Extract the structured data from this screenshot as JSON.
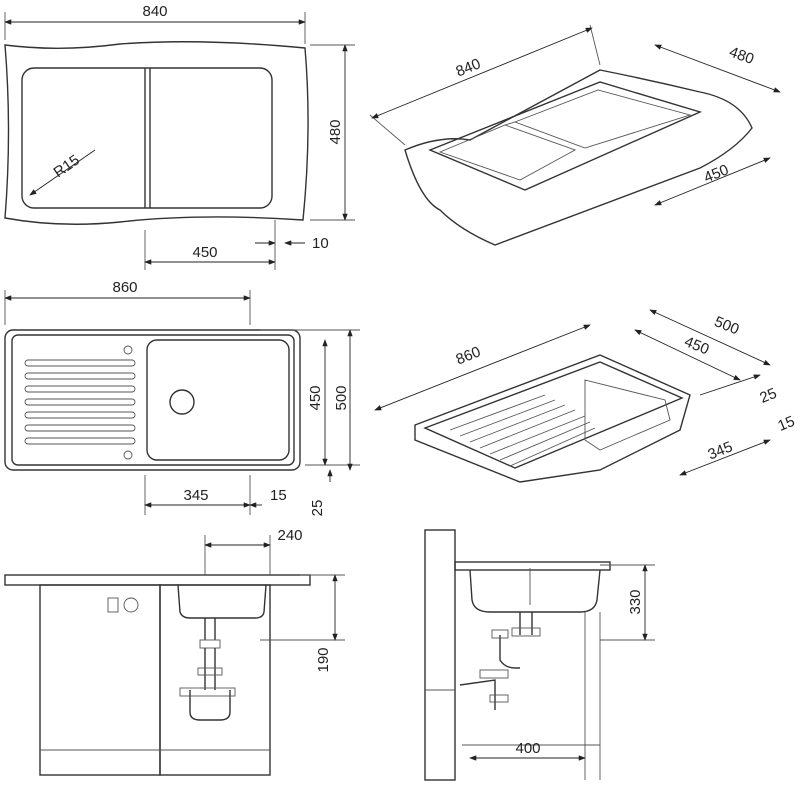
{
  "top_view_840": {
    "width": "840",
    "depth": "480",
    "radius": "R15",
    "bowl": "450",
    "offset": "10"
  },
  "iso_view_840": {
    "width": "840",
    "depth": "480",
    "bowl": "450"
  },
  "top_view_860": {
    "width": "860",
    "inner_depth": "450",
    "depth": "500",
    "bowl": "345",
    "offset_right": "15",
    "offset_bottom": "25"
  },
  "iso_view_860": {
    "width": "860",
    "depth": "500",
    "inner_depth": "450",
    "offset_a": "25",
    "bowl": "345",
    "offset_b": "15"
  },
  "side_view_cabinet": {
    "offset": "240",
    "height": "190"
  },
  "side_view_wall": {
    "height": "330",
    "distance": "400"
  }
}
